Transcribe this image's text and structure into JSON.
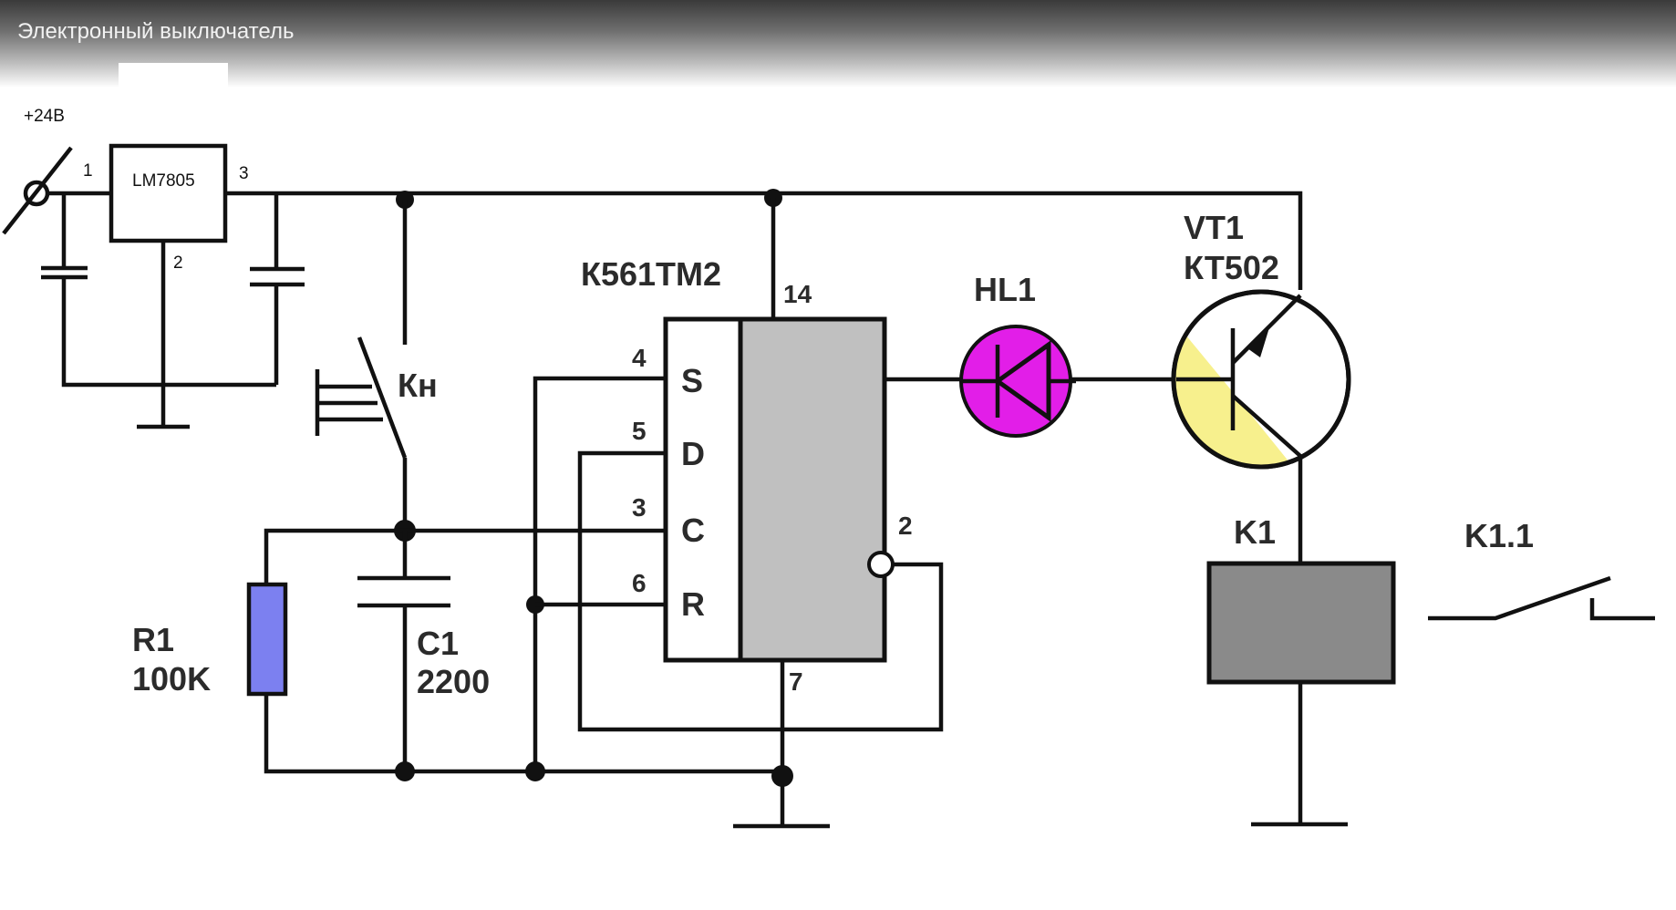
{
  "video": {
    "title": "Электронный выключатель"
  },
  "power": {
    "supply_label": "+24В"
  },
  "regulator": {
    "name": "LM7805",
    "pin_in": "1",
    "pin_gnd": "2",
    "pin_out": "3"
  },
  "button": {
    "label": "Кн"
  },
  "resistor": {
    "ref": "R1",
    "value": "100K",
    "color": "#7c80f0"
  },
  "capacitor": {
    "ref": "C1",
    "value": "2200"
  },
  "chip": {
    "name": "К561ТМ2",
    "pin_vdd": "14",
    "pin_gnd": "7",
    "pin_out": "2",
    "inputs": [
      {
        "pin": "4",
        "label": "S"
      },
      {
        "pin": "5",
        "label": "D"
      },
      {
        "pin": "3",
        "label": "C"
      },
      {
        "pin": "6",
        "label": "R"
      }
    ],
    "body_color": "#c0c0c0"
  },
  "led": {
    "ref": "HL1",
    "color": "#e21ee8"
  },
  "transistor": {
    "ref": "VT1",
    "type": "КТ502",
    "fill_color": "#f7f08d"
  },
  "relay": {
    "ref": "K1",
    "contact_ref": "K1.1",
    "coil_color": "#8a8a8a"
  }
}
